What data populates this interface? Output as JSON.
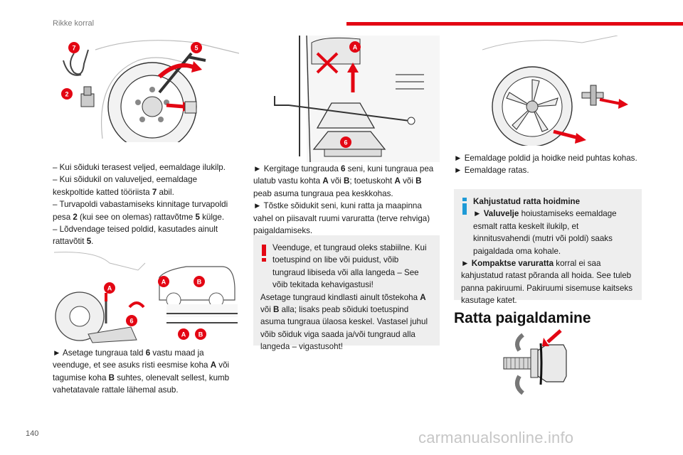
{
  "header": {
    "title": "Rikke korral"
  },
  "page_number": "140",
  "watermark": "carmanualsonline.info",
  "colors": {
    "accent": "#e30613",
    "callout_bg": "#eeeeee",
    "info_blue": "#1e9ad6"
  },
  "figures": {
    "fig1_callouts": [
      "7",
      "5",
      "2"
    ],
    "fig2_callouts": [
      "A",
      "B",
      "A",
      "6",
      "A",
      "B"
    ],
    "fig3_callouts": [
      "A",
      "6"
    ]
  },
  "col1": {
    "text1": [
      "– Kui sõiduki terasest veljed, eemaldage ilukilp.",
      "– Kui sõidukil on valuveljed, eemaldage keskpoltide katted tööriista ",
      "7",
      " abil.",
      "– Turvapoldi vabastamiseks kinnitage turvapoldi pesa ",
      "2",
      " (kui see on olemas) rattavõtme ",
      "5",
      " külge.",
      "– Lõdvendage teised poldid, kasutades ainult rattavõtit ",
      "5",
      "."
    ],
    "text2": [
      "► Asetage tungraua tald ",
      "6",
      " vastu maad ja veenduge, et see asuks risti eesmise koha ",
      "A",
      " või tagumise koha ",
      "B",
      " suhtes, olenevalt sellest, kumb vahetatavale rattale lähemal asub."
    ]
  },
  "col2": {
    "text1": [
      "► Kergitage tungrauda ",
      "6",
      " seni, kuni tungraua pea ulatub vastu kohta ",
      "A",
      " või ",
      "B",
      "; toetuskoht ",
      "A",
      " või ",
      "B",
      " peab asuma tungraua pea keskkohas.",
      "► Tõstke sõidukit seni, kuni ratta ja maapinna vahel on piisavalt ruumi varuratta (terve rehviga) paigaldamiseks."
    ],
    "warning": [
      "Veenduge, et tungraud oleks stabiilne. Kui toetuspind on libe või puidust, võib tungraud libiseda või alla langeda – See võib tekitada kehavigastusi!",
      "Asetage tungraud kindlasti ainult tõstekoha ",
      "A",
      " või ",
      "B",
      " alla; lisaks peab sõiduki toetuspind asuma tungraua ülaosa keskel. Vastasel juhul võib sõiduk viga saada ja/või tungraud alla langeda – vigastusoht!"
    ]
  },
  "col3": {
    "text1": [
      "► Eemaldage poldid ja hoidke neid puhtas kohas.",
      "► Eemaldage ratas."
    ],
    "info": {
      "title": "Kahjustatud ratta hoidmine",
      "parts": [
        "► ",
        "Valuvelje",
        " hoiustamiseks eemaldage esmalt ratta keskelt ilukilp, et kinnitusvahendi (mutri või poldi) saaks paigaldada oma kohale.",
        "► ",
        "Kompaktse varuratta",
        " korral ei saa kahjustatud ratast põranda all hoida. See tuleb panna pakiruumi. Pakiruumi sisemuse kaitseks kasutage katet."
      ]
    },
    "section_title": "Ratta paigaldamine"
  }
}
